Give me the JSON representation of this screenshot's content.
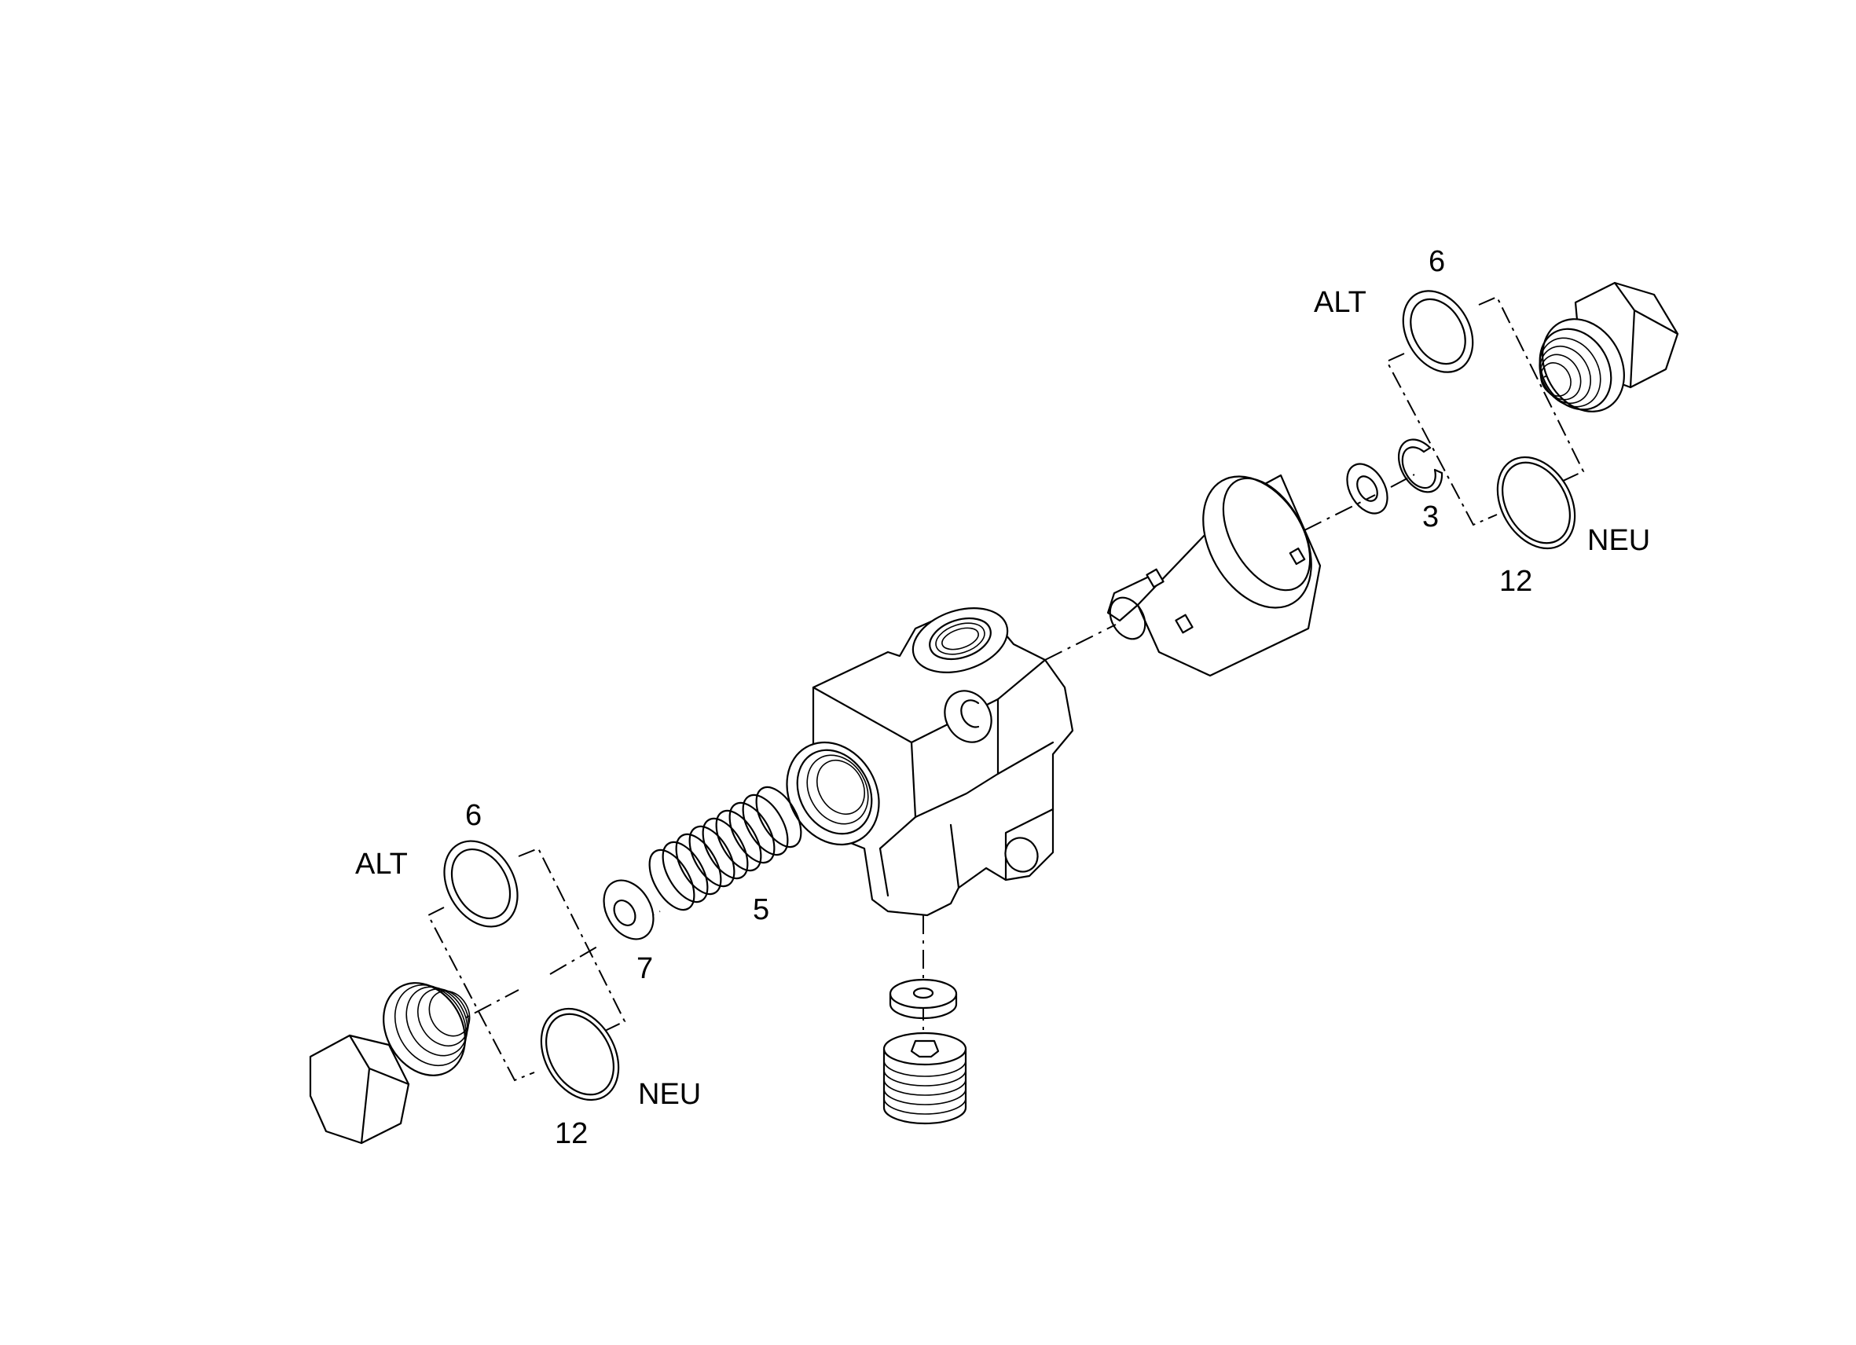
{
  "labels": {
    "right_alt": "ALT",
    "right_6": "6",
    "right_3": "3",
    "right_12": "12",
    "right_neu": "NEU",
    "left_alt": "ALT",
    "left_6": "6",
    "left_7": "7",
    "left_5": "5",
    "left_12": "12",
    "left_neu": "NEU"
  }
}
